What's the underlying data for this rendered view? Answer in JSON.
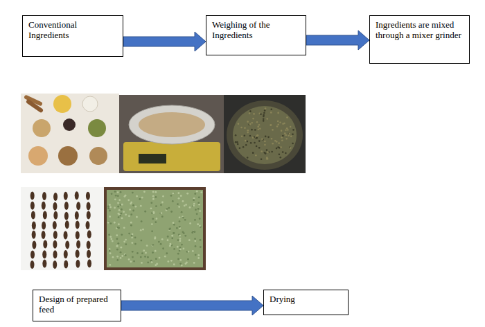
{
  "diagram": {
    "nodes": [
      {
        "text": [
          "Conventional Ingredients"
        ]
      },
      {
        "text": [
          "Weighing of the Ingredients"
        ]
      },
      {
        "text": [
          "Ingredients are mixed through a mixer grinder"
        ]
      },
      {
        "text": [
          "Design of prepared feed"
        ]
      },
      {
        "text": [
          "Drying"
        ]
      }
    ],
    "edges": [
      {
        "from": 0,
        "to": 1,
        "arrow": "to"
      },
      {
        "from": 1,
        "to": 2,
        "arrow": "to"
      },
      {
        "from": 3,
        "to": 4,
        "arrow": "to"
      }
    ]
  }
}
